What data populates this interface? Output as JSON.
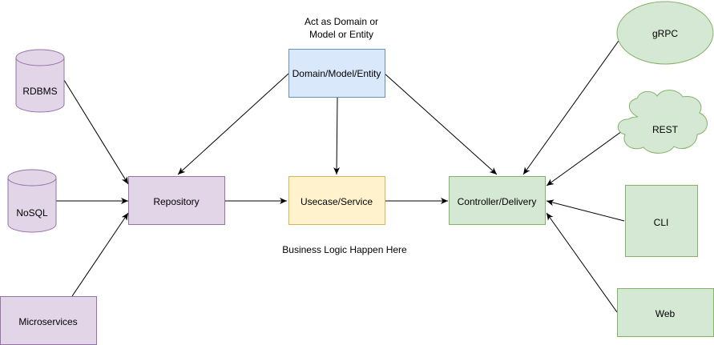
{
  "annotations": {
    "domain_note_line1": "Act as Domain or",
    "domain_note_line2": "Model or Entity",
    "business_note": "Business Logic Happen Here"
  },
  "nodes": {
    "rdbms": {
      "label": "RDBMS",
      "shape": "cylinder"
    },
    "nosql": {
      "label": "NoSQL",
      "shape": "cylinder"
    },
    "microservices": {
      "label": "Microservices",
      "shape": "rectangle"
    },
    "repository": {
      "label": "Repository",
      "shape": "rectangle"
    },
    "domain": {
      "label": "Domain/Model/Entity",
      "shape": "rectangle"
    },
    "usecase": {
      "label": "Usecase/Service",
      "shape": "rectangle"
    },
    "controller": {
      "label": "Controller/Delivery",
      "shape": "rectangle"
    },
    "grpc": {
      "label": "gRPC",
      "shape": "ellipse"
    },
    "rest": {
      "label": "REST",
      "shape": "cloud"
    },
    "cli": {
      "label": "CLI",
      "shape": "rectangle"
    },
    "web": {
      "label": "Web",
      "shape": "rectangle"
    }
  },
  "edges": [
    {
      "from": "rdbms",
      "to": "repository"
    },
    {
      "from": "nosql",
      "to": "repository"
    },
    {
      "from": "microservices",
      "to": "repository"
    },
    {
      "from": "domain",
      "to": "repository"
    },
    {
      "from": "domain",
      "to": "usecase"
    },
    {
      "from": "domain",
      "to": "controller"
    },
    {
      "from": "repository",
      "to": "usecase"
    },
    {
      "from": "usecase",
      "to": "controller"
    },
    {
      "from": "grpc",
      "to": "controller"
    },
    {
      "from": "rest",
      "to": "controller"
    },
    {
      "from": "cli",
      "to": "controller"
    },
    {
      "from": "web",
      "to": "controller"
    }
  ],
  "colors": {
    "purple_fill": "#e1d5e7",
    "purple_stroke": "#9673a6",
    "blue_fill": "#dae8fc",
    "blue_stroke": "#6c8ebf",
    "yellow_fill": "#fff2cc",
    "yellow_stroke": "#d6b656",
    "green_fill": "#d5e8d4",
    "green_stroke": "#82b366",
    "edge": "#000000"
  }
}
